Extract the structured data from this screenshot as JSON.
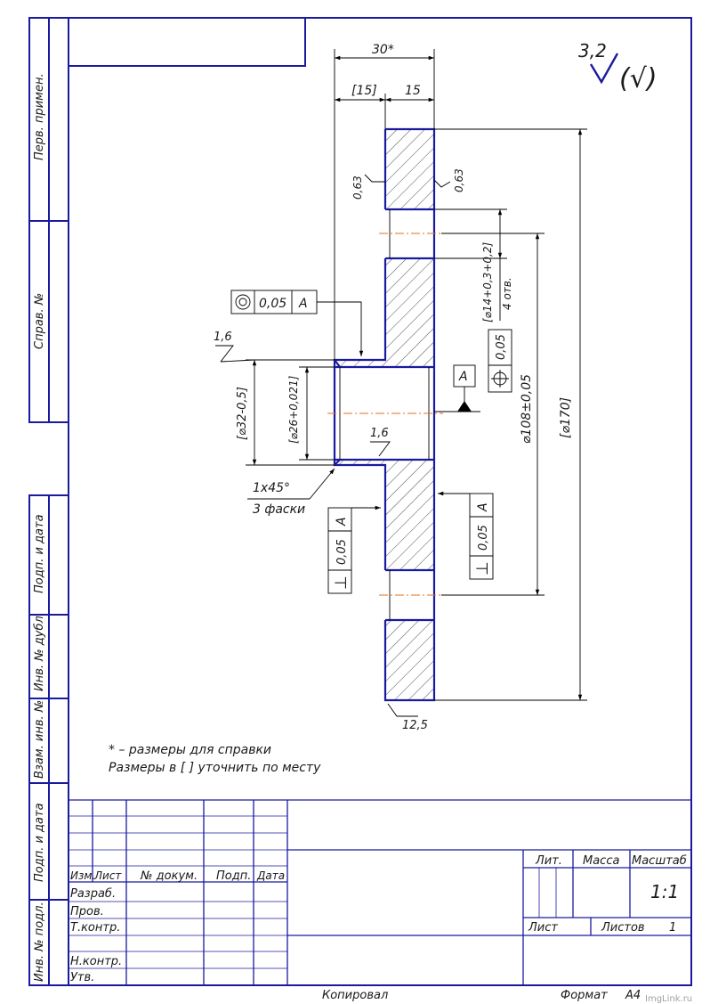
{
  "side_stamps": [
    "Перв. примен.",
    "Справ. №",
    "Подп. и дата",
    "Инв. № дубл.",
    "Взам. инв. №",
    "Подп. и дата",
    "Инв. № подл."
  ],
  "roughness": {
    "general": "3,2",
    "paren_check": "(√)",
    "left_face": "0,63",
    "right_face": "0,63",
    "bore_left": "1,6",
    "bore_inside": "1,6",
    "outer_cyl": "12,5"
  },
  "dimensions": {
    "overall_width": "30*",
    "hub_width": "[15]",
    "flange_width": "15",
    "hole_dia": "[⌀14+0,3+0,2]",
    "hole_count": "4 отв.",
    "pcd": "⌀108±0,05",
    "outer_dia": "[⌀170]",
    "hub_dia": "[⌀32-0,5]",
    "bore_dia": "[⌀26+0,021]",
    "chamfer": "1x45°",
    "chamfer_note": "3 фаски"
  },
  "tolerances": {
    "concentricity": {
      "symbol": "◎",
      "value": "0,05",
      "datum": "A"
    },
    "position": {
      "symbol": "⌖",
      "value": "0,05"
    },
    "perp_left": {
      "symbol": "⊥",
      "value": "0,05",
      "datum": "A"
    },
    "perp_right": {
      "symbol": "⊥",
      "value": "0,05",
      "datum": "A"
    },
    "datum_label": "A"
  },
  "notes": {
    "line1": "* – размеры для справки",
    "line2": "Размеры в [ ] уточнить по месту"
  },
  "title_block": {
    "col_headers": [
      "Изм.",
      "Лист",
      "№ докум.",
      "Подп.",
      "Дата"
    ],
    "rows": [
      "Разраб.",
      "Пров.",
      "Т.контр.",
      "Н.контр.",
      "Утв."
    ],
    "lit_label": "Лит.",
    "mass_label": "Масса",
    "scale_label": "Масштаб",
    "scale_value": "1:1",
    "sheet_label": "Лист",
    "sheets_label": "Листов",
    "sheets_value": "1"
  },
  "footer": {
    "copied": "Копировал",
    "format_label": "Формат",
    "format_value": "А4",
    "watermark": "ImgLink.ru"
  }
}
